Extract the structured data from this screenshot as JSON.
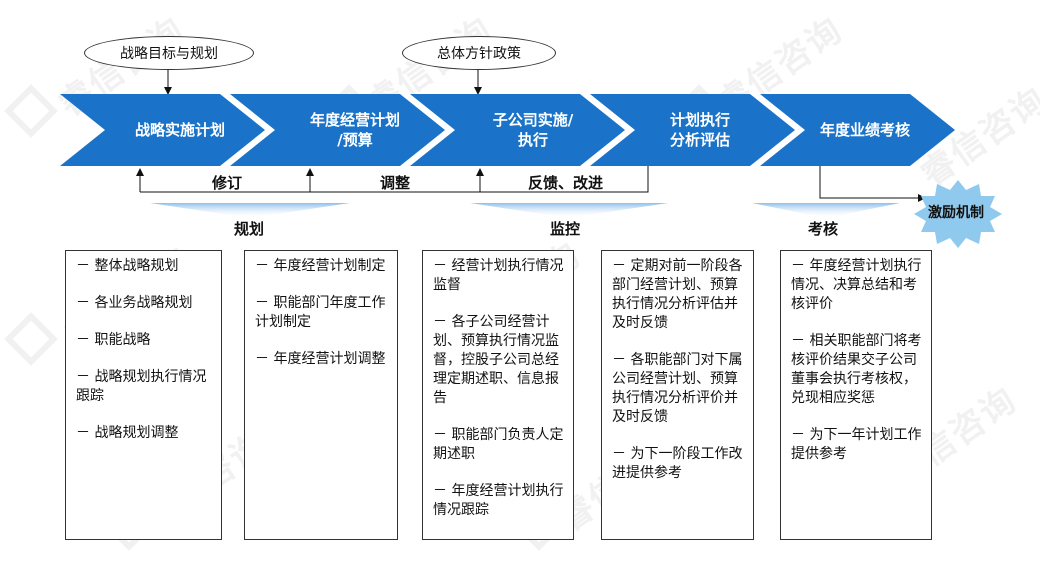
{
  "top_labels": {
    "strategy_goal": "战略目标与规划",
    "policy": "总体方针政策"
  },
  "stages": [
    {
      "label": "战略实施计划"
    },
    {
      "label": "年度经营计划\n/预算"
    },
    {
      "label": "子公司实施/\n执行"
    },
    {
      "label": "计划执行\n分析评估"
    },
    {
      "label": "年度业绩考核"
    }
  ],
  "feedback": {
    "revise": "修订",
    "adjust": "调整",
    "feedback_improve": "反馈、改进"
  },
  "sections": {
    "planning": "规划",
    "monitoring": "监控",
    "assessment": "考核"
  },
  "incentive": "激励机制",
  "boxes": [
    {
      "items": [
        "－ 整体战略规划",
        "－ 各业务战略规划",
        "－ 职能战略",
        "－ 战略规划执行情况跟踪",
        "－ 战略规划调整"
      ]
    },
    {
      "items": [
        "－ 年度经营计划制定",
        "－ 职能部门年度工作计划制定",
        "－ 年度经营计划调整"
      ]
    },
    {
      "items": [
        "－ 经营计划执行情况监督",
        "－ 各子公司经营计划、预算执行情况监督，控股子公司总经理定期述职、信息报告",
        "－ 职能部门负责人定期述职",
        "－ 年度经营计划执行情况跟踪"
      ]
    },
    {
      "items": [
        "－ 定期对前一阶段各部门经营计划、预算执行情况分析评估并及时反馈",
        "－ 各职能部门对下属公司经营计划、预算执行情况分析评价并及时反馈",
        "－ 为下一阶段工作改进提供参考"
      ]
    },
    {
      "items": [
        "－ 年度经营计划执行情况、决算总结和考核评价",
        "－ 相关职能部门将考核评价结果交子公司董事会执行考核权，兑现相应奖惩",
        "－ 为下一年计划工作提供参考"
      ]
    }
  ],
  "watermark": "睿信咨询",
  "colors": {
    "chevron": "#1a73c9",
    "section_gradient": "#9cc9ee",
    "starburst": "#8fc9ee"
  }
}
